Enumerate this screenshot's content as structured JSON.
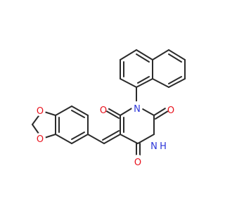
{
  "diagram": {
    "type": "chemical-structure",
    "atom_colors": {
      "O": "#e8101b",
      "N": "#2b35d9",
      "bond": "#2b2b2b"
    },
    "atom_labels": {
      "O_dioxole_top": "O",
      "O_dioxole_bottom": "O",
      "O_c4": "O",
      "O_c2": "O",
      "O_c6": "O",
      "N1": "N",
      "N3": "N",
      "N3_h": "H"
    }
  }
}
